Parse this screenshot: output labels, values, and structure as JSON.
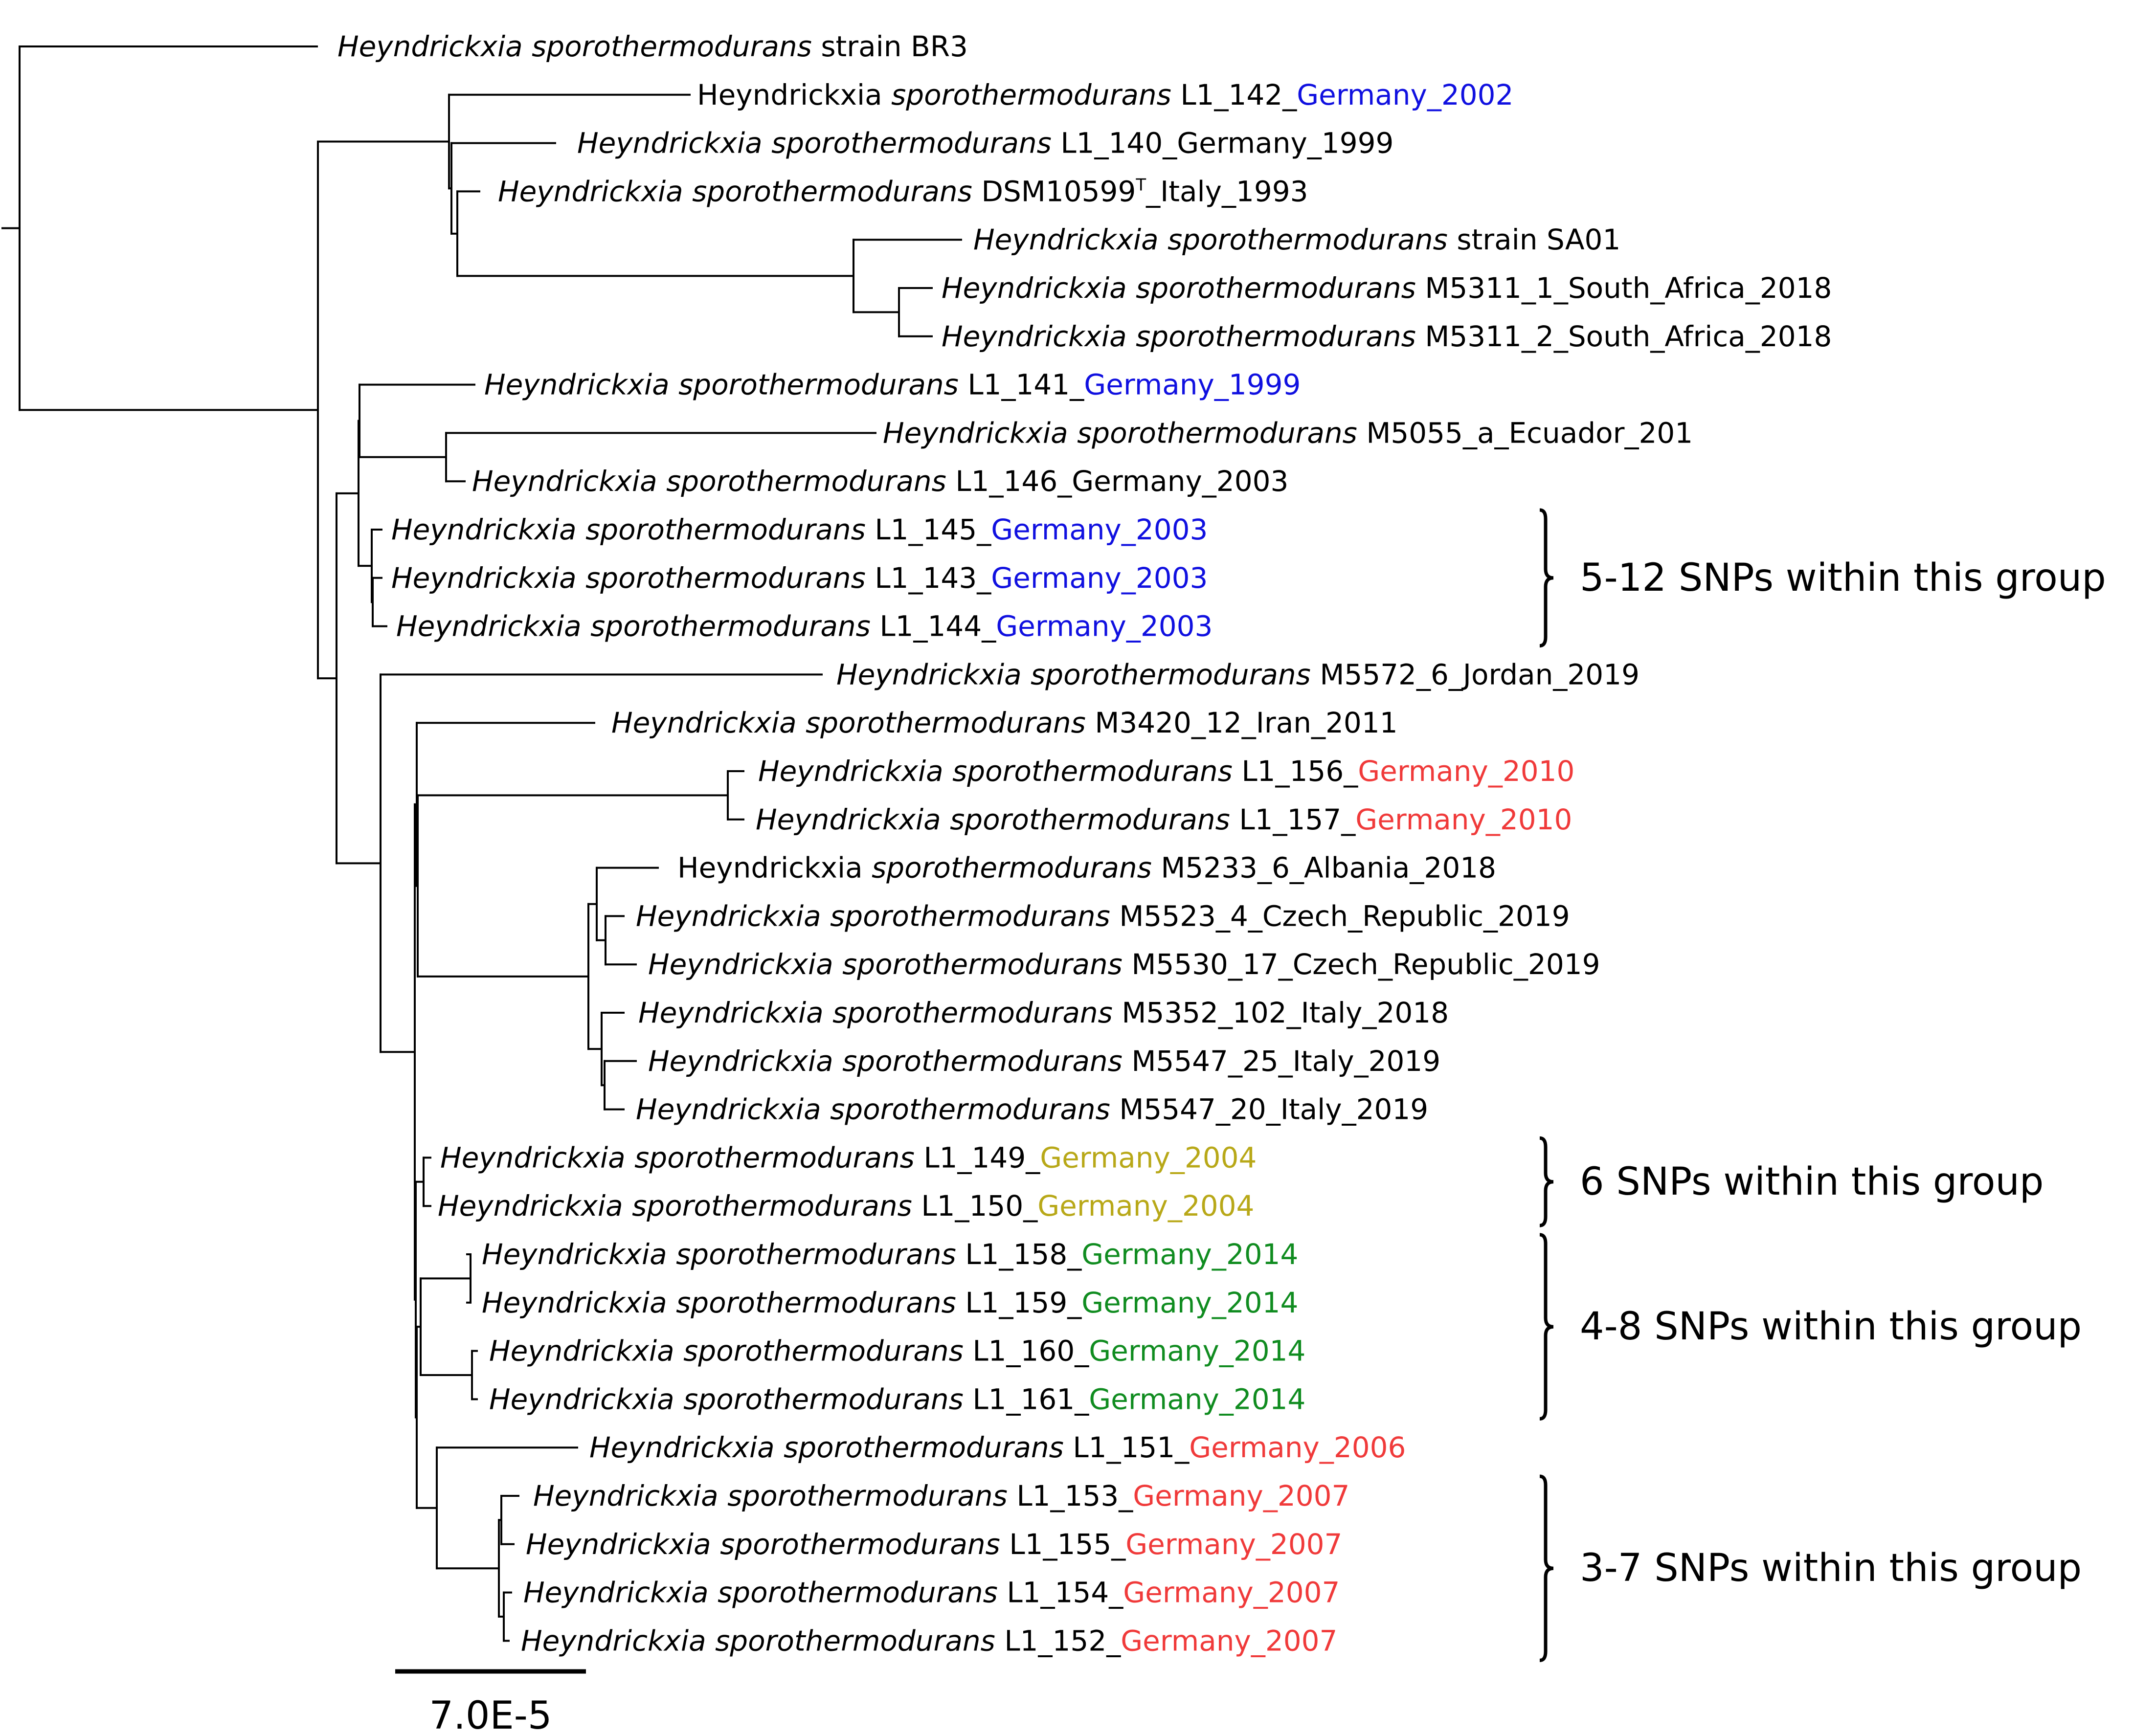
{
  "colors": {
    "default": "#000000",
    "blue": "#1010e0",
    "red": "#f03a3a",
    "olive": "#b8a818",
    "green": "#108c20"
  },
  "leaves": [
    {
      "genus": "Heyndrickxia",
      "genus_italic": true,
      "species": "sporothermodurans",
      "strain": "strain BR3",
      "place": "",
      "place_color": "default"
    },
    {
      "genus": "Heyndrickxia",
      "genus_italic": false,
      "species": "sporothermodurans",
      "strain": "L1_142_",
      "place": "Germany_2002",
      "place_color": "blue"
    },
    {
      "genus": "Heyndrickxia",
      "genus_italic": true,
      "species": "sporothermodurans",
      "strain": "L1_140_Germany_1999",
      "place": "",
      "place_color": "default"
    },
    {
      "genus": "Heyndrickxia",
      "genus_italic": true,
      "species": "sporothermodurans",
      "strain": "DSM10599",
      "sup": "T",
      "strain2": "_Italy_1993",
      "place": "",
      "place_color": "default"
    },
    {
      "genus": "Heyndrickxia",
      "genus_italic": true,
      "species": "sporothermodurans",
      "strain": "strain SA01",
      "place": "",
      "place_color": "default"
    },
    {
      "genus": "Heyndrickxia",
      "genus_italic": true,
      "species": "sporothermodurans",
      "strain": "M5311_1_South_Africa_2018",
      "place": "",
      "place_color": "default"
    },
    {
      "genus": "Heyndrickxia",
      "genus_italic": true,
      "species": "sporothermodurans",
      "strain": "M5311_2_South_Africa_2018",
      "place": "",
      "place_color": "default"
    },
    {
      "genus": "Heyndrickxia",
      "genus_italic": true,
      "species": "sporothermodurans",
      "strain": "L1_141_",
      "place": "Germany_1999",
      "place_color": "blue"
    },
    {
      "genus": "Heyndrickxia",
      "genus_italic": true,
      "species": "sporothermodurans",
      "strain": "M5055_a_Ecuador_201",
      "place": "",
      "place_color": "default"
    },
    {
      "genus": "Heyndrickxia",
      "genus_italic": true,
      "species": "sporothermodurans",
      "strain": "L1_146_Germany_2003",
      "place": "",
      "place_color": "default"
    },
    {
      "genus": "Heyndrickxia",
      "genus_italic": true,
      "species": "sporothermodurans",
      "strain": "L1_145_",
      "place": "Germany_2003",
      "place_color": "blue"
    },
    {
      "genus": "Heyndrickxia",
      "genus_italic": true,
      "species": "sporothermodurans",
      "strain": "L1_143_",
      "place": "Germany_2003",
      "place_color": "blue"
    },
    {
      "genus": "Heyndrickxia",
      "genus_italic": true,
      "species": "sporothermodurans",
      "strain": "L1_144_",
      "place": "Germany_2003",
      "place_color": "blue"
    },
    {
      "genus": "Heyndrickxia",
      "genus_italic": true,
      "species": "sporothermodurans",
      "strain": "M5572_6_Jordan_2019",
      "place": "",
      "place_color": "default"
    },
    {
      "genus": "Heyndrickxia",
      "genus_italic": true,
      "species": "sporothermodurans",
      "strain": "M3420_12_Iran_2011",
      "place": "",
      "place_color": "default"
    },
    {
      "genus": "Heyndrickxia",
      "genus_italic": true,
      "species": "sporothermodurans",
      "strain": "L1_156_",
      "place": "Germany_2010",
      "place_color": "red"
    },
    {
      "genus": "Heyndrickxia",
      "genus_italic": true,
      "species": "sporothermodurans",
      "strain": "L1_157_",
      "place": "Germany_2010",
      "place_color": "red"
    },
    {
      "genus": "Heyndrickxia",
      "genus_italic": false,
      "species": "sporothermodurans",
      "strain": "M5233_6_Albania_2018",
      "place": "",
      "place_color": "default"
    },
    {
      "genus": "Heyndrickxia",
      "genus_italic": true,
      "species": "sporothermodurans",
      "strain": "M5523_4_Czech_Republic_2019",
      "place": "",
      "place_color": "default"
    },
    {
      "genus": "Heyndrickxia",
      "genus_italic": true,
      "species": "sporothermodurans",
      "strain": "M5530_17_Czech_Republic_2019",
      "place": "",
      "place_color": "default"
    },
    {
      "genus": "Heyndrickxia",
      "genus_italic": true,
      "species": "sporothermodurans",
      "strain": "M5352_102_Italy_2018",
      "place": "",
      "place_color": "default"
    },
    {
      "genus": "Heyndrickxia",
      "genus_italic": true,
      "species": "sporothermodurans",
      "strain": "M5547_25_Italy_2019",
      "place": "",
      "place_color": "default"
    },
    {
      "genus": "Heyndrickxia",
      "genus_italic": true,
      "species": "sporothermodurans",
      "strain": "M5547_20_Italy_2019",
      "place": "",
      "place_color": "default"
    },
    {
      "genus": "Heyndrickxia",
      "genus_italic": true,
      "species": "sporothermodurans",
      "strain": "L1_149_",
      "place": "Germany_2004",
      "place_color": "olive"
    },
    {
      "genus": "Heyndrickxia",
      "genus_italic": true,
      "species": "sporothermodurans",
      "strain": "L1_150_",
      "place": "Germany_2004",
      "place_color": "olive"
    },
    {
      "genus": "Heyndrickxia",
      "genus_italic": true,
      "species": "sporothermodurans",
      "strain": "L1_158_",
      "place": "Germany_2014",
      "place_color": "green"
    },
    {
      "genus": "Heyndrickxia",
      "genus_italic": true,
      "species": "sporothermodurans",
      "strain": "L1_159_",
      "place": "Germany_2014",
      "place_color": "green"
    },
    {
      "genus": "Heyndrickxia",
      "genus_italic": true,
      "species": "sporothermodurans",
      "strain": "L1_160_",
      "place": "Germany_2014",
      "place_color": "green"
    },
    {
      "genus": "Heyndrickxia",
      "genus_italic": true,
      "species": "sporothermodurans",
      "strain": "L1_161_",
      "place": "Germany_2014",
      "place_color": "green"
    },
    {
      "genus": "Heyndrickxia",
      "genus_italic": true,
      "species": "sporothermodurans",
      "strain": "L1_151_",
      "place": "Germany_2006",
      "place_color": "red"
    },
    {
      "genus": "Heyndrickxia",
      "genus_italic": true,
      "species": "sporothermodurans",
      "strain": "L1_153_",
      "place": "Germany_2007",
      "place_color": "red"
    },
    {
      "genus": "Heyndrickxia",
      "genus_italic": true,
      "species": "sporothermodurans",
      "strain": "L1_155_",
      "place": "Germany_2007",
      "place_color": "red"
    },
    {
      "genus": "Heyndrickxia",
      "genus_italic": true,
      "species": "sporothermodurans",
      "strain": "L1_154_",
      "place": "Germany_2007",
      "place_color": "red"
    },
    {
      "genus": "Heyndrickxia",
      "genus_italic": true,
      "species": "sporothermodurans",
      "strain": "L1_152_",
      "place": "Germany_2007",
      "place_color": "red"
    }
  ],
  "groups": [
    {
      "label": "5-12 SNPs within this group",
      "first_leaf": 10,
      "last_leaf": 12
    },
    {
      "label": "6 SNPs within this group",
      "first_leaf": 23,
      "last_leaf": 24
    },
    {
      "label": "4-8 SNPs within this group",
      "first_leaf": 25,
      "last_leaf": 28
    },
    {
      "label": "3-7 SNPs within this group",
      "first_leaf": 30,
      "last_leaf": 33
    }
  ],
  "scale": {
    "label": "7.0E-5"
  }
}
